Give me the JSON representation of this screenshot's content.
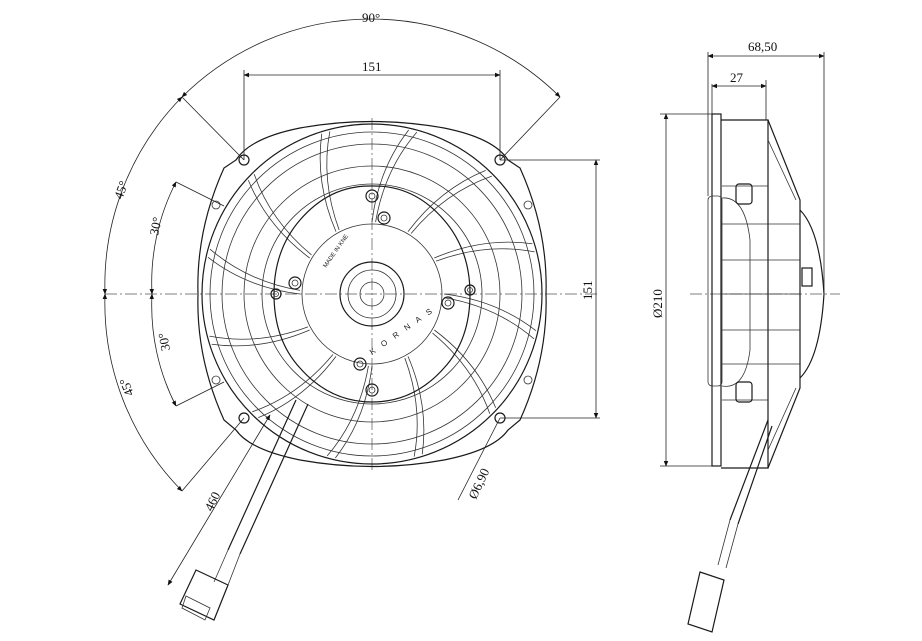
{
  "dimensions": {
    "angle_top": "90°",
    "width_top": "151",
    "height_right": "151",
    "angle_45_upper": "45°",
    "angle_30_upper": "30°",
    "angle_30_lower": "30°",
    "angle_45_lower": "45°",
    "cable_length": "460",
    "hole_diameter": "Ø6,90",
    "side_depth_total": "68,50",
    "side_depth_flange": "27",
    "side_diameter": "Ø210"
  },
  "motor_markings": {
    "brand_text": "K O R N A S",
    "made_text": "MADE IN KNE"
  }
}
